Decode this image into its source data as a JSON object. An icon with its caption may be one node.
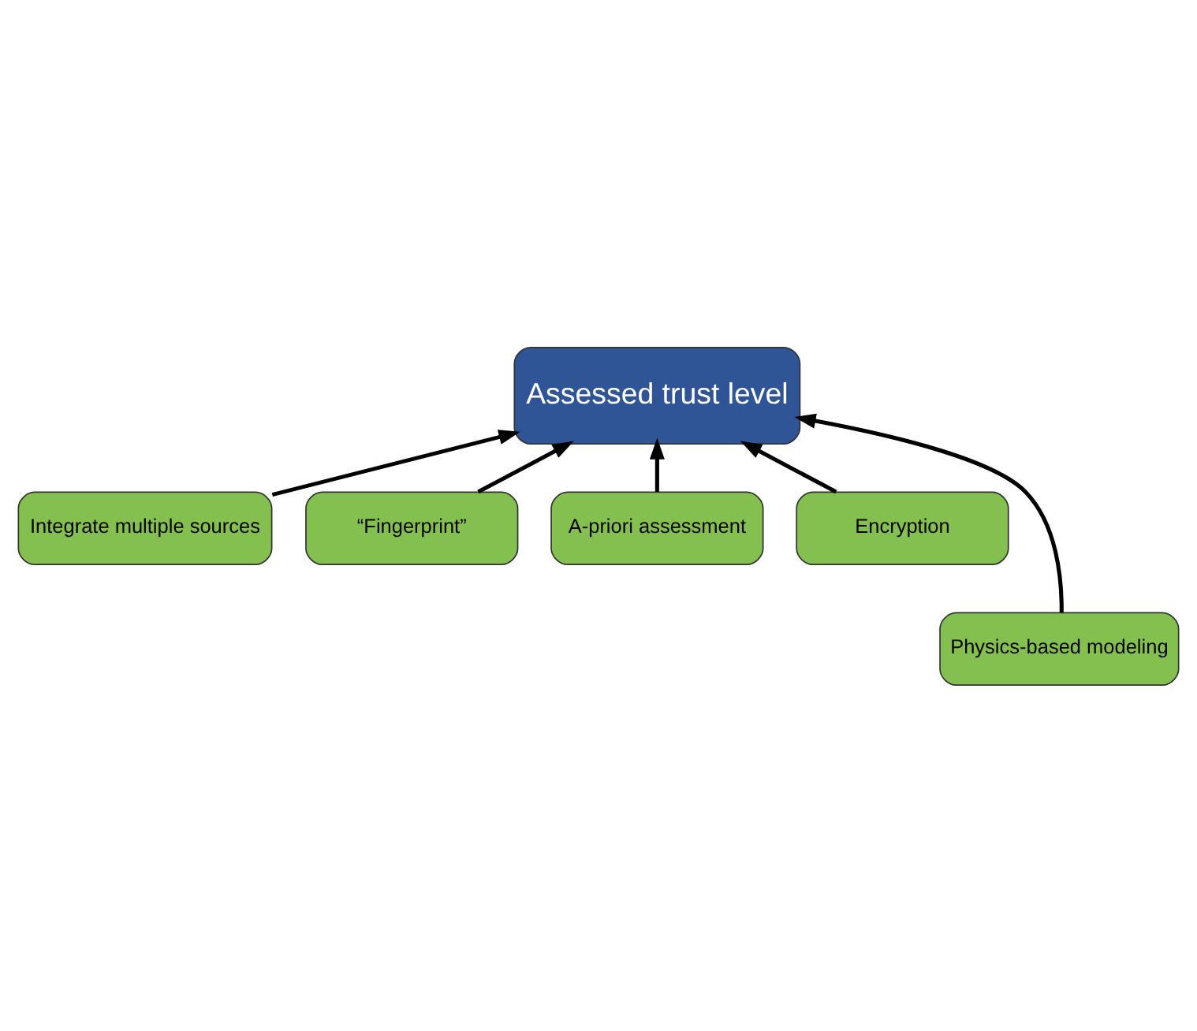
{
  "diagram": {
    "nodes": [
      {
        "text": [
          "Assessed trust level"
        ]
      },
      {
        "text": [
          "Integrate multiple sources"
        ]
      },
      {
        "text": [
          "“Fingerprint”"
        ]
      },
      {
        "text": [
          "A-priori assessment"
        ]
      },
      {
        "text": [
          "Encryption"
        ]
      },
      {
        "text": [
          "Physics-based modeling"
        ]
      }
    ],
    "edges": [
      {
        "from": 1,
        "to": 0,
        "arrow": "to"
      },
      {
        "from": 2,
        "to": 0,
        "arrow": "to"
      },
      {
        "from": 3,
        "to": 0,
        "arrow": "to"
      },
      {
        "from": 4,
        "to": 0,
        "arrow": "to"
      },
      {
        "from": 5,
        "to": 0,
        "arrow": "to"
      }
    ]
  }
}
